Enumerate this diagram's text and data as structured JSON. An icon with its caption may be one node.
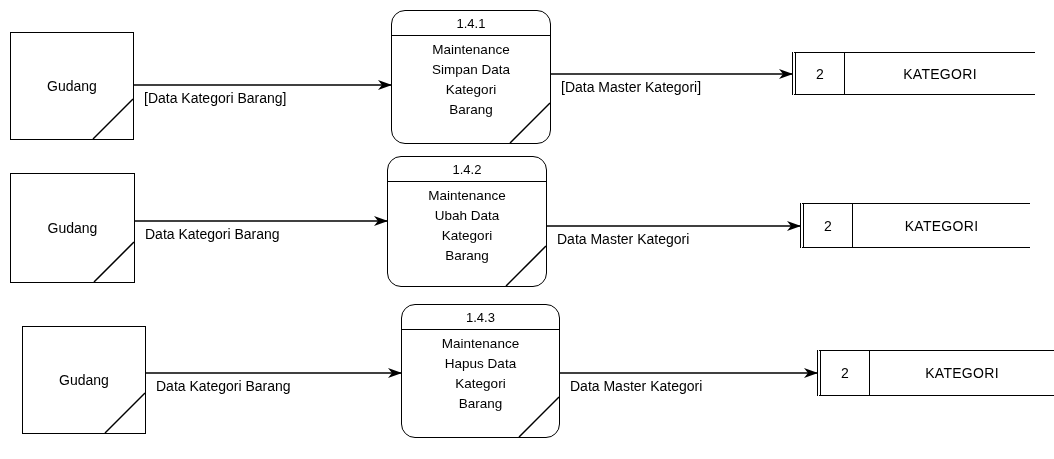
{
  "diagram": {
    "nodes": [
      {
        "text": [
          "Gudang"
        ]
      },
      {
        "text": [
          "1.4.1",
          "Maintenance Simpan Data Kategori Barang"
        ]
      },
      {
        "text": [
          "2",
          "KATEGORI"
        ]
      },
      {
        "text": [
          "Gudang"
        ]
      },
      {
        "text": [
          "1.4.2",
          "Maintenance Ubah Data Kategori Barang"
        ]
      },
      {
        "text": [
          "2",
          "KATEGORI"
        ]
      },
      {
        "text": [
          "Gudang"
        ]
      },
      {
        "text": [
          "1.4.3",
          "Maintenance Hapus Data Kategori Barang"
        ]
      },
      {
        "text": [
          "2",
          "KATEGORI"
        ]
      }
    ],
    "edges": [
      {
        "from": 0,
        "to": 1,
        "arrow": "to",
        "label": "[Data Kategori Barang]"
      },
      {
        "from": 1,
        "to": 2,
        "arrow": "to",
        "label": "[Data Master Kategori]"
      },
      {
        "from": 3,
        "to": 4,
        "arrow": "to",
        "label": "Data Kategori Barang"
      },
      {
        "from": 4,
        "to": 5,
        "arrow": "to",
        "label": "Data Master Kategori"
      },
      {
        "from": 6,
        "to": 7,
        "arrow": "to",
        "label": "Data Kategori Barang"
      },
      {
        "from": 7,
        "to": 8,
        "arrow": "to",
        "label": "Data Master Kategori"
      }
    ]
  }
}
